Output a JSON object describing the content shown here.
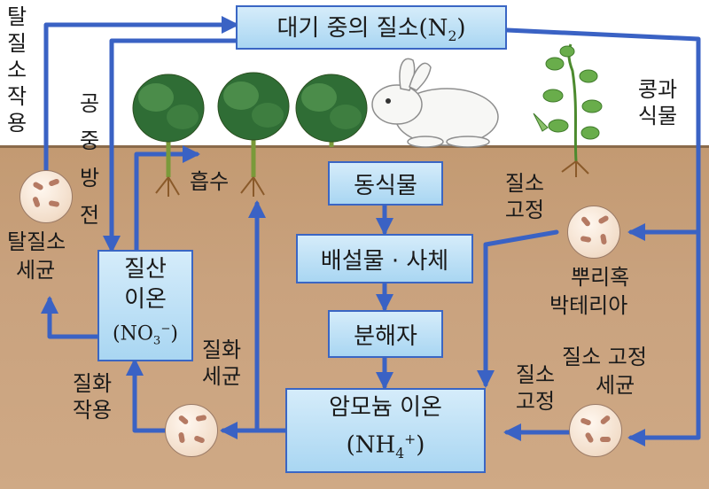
{
  "nodes": {
    "atmosphere_prefix": "대기 중의 질소(N",
    "atmosphere_sub": "2",
    "atmosphere_suffix": ")",
    "organisms": "동식물",
    "waste": "배설물 · 사체",
    "decomposer": "분해자",
    "ammonium_title": "암모늄 이온",
    "ammonium_formula": "NH",
    "ammonium_sub": "4",
    "ammonium_sup": "+",
    "nitrate_title1": "질산",
    "nitrate_title2": "이온",
    "nitrate_formula": "NO",
    "nitrate_sub": "3",
    "nitrate_sup": "−"
  },
  "labels": {
    "denitrification_top": "탈질소작용",
    "lightning": "공중방전",
    "absorption": "흡수",
    "legume": "콩과식물",
    "nitrogen_fixation_1": "질소고정",
    "root_nodule_bacteria_1": "뿌리혹",
    "root_nodule_bacteria_2": "박테리아",
    "nitrogen_fixing_bacteria_1": "질소 고정",
    "nitrogen_fixing_bacteria_2": "세균",
    "nitrogen_fixation_2": "질소고정",
    "denitrifying_bacteria_1": "탈질소",
    "denitrifying_bacteria_2": "세균",
    "nitrifying_bacteria": "질화세균",
    "nitrification": "질화작용"
  },
  "colors": {
    "arrow": "#3a62c4",
    "box_border": "#3a66c4",
    "box_fill": "#bfe2f7",
    "soil": "#c9a27e"
  }
}
